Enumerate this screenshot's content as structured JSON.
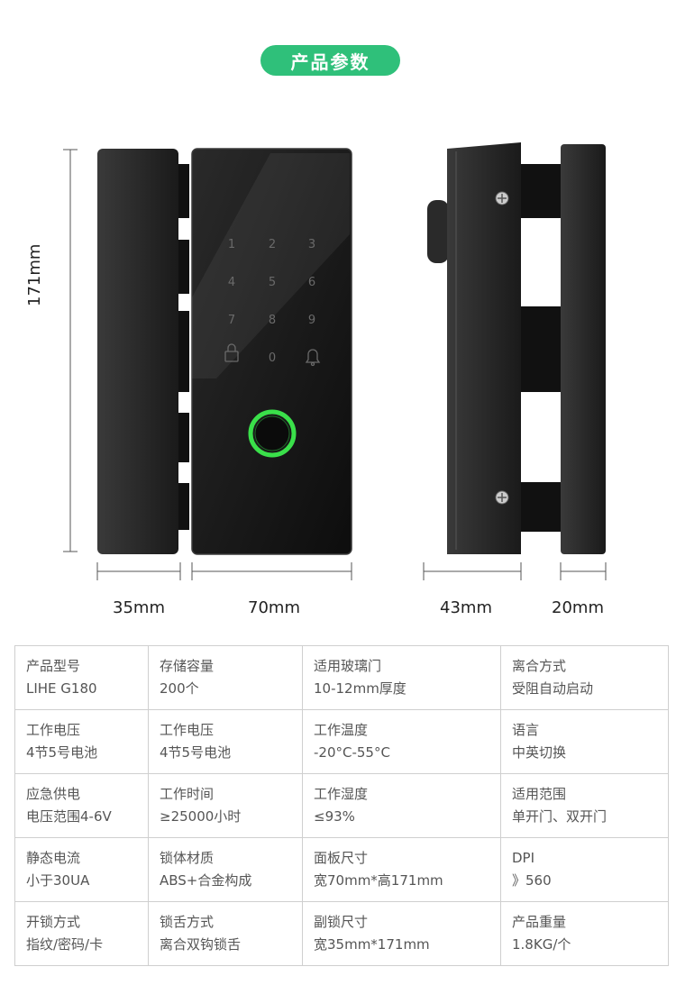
{
  "header": {
    "title": "产品参数"
  },
  "dimensions": {
    "height": "171mm",
    "front_side": "35mm",
    "front_width": "70mm",
    "side_depth": "43mm",
    "side_secondary": "20mm"
  },
  "keypad": {
    "keys": [
      "1",
      "2",
      "3",
      "4",
      "5",
      "6",
      "7",
      "8",
      "9",
      "0"
    ]
  },
  "colors": {
    "accent": "#2fc07a",
    "ring": "#3ae04a",
    "body": "#1b1b1b"
  },
  "specs": [
    [
      {
        "label": "产品型号",
        "value": "LIHE G180"
      },
      {
        "label": "存储容量",
        "value": "200个"
      },
      {
        "label": "适用玻璃门",
        "value": "10-12mm厚度"
      },
      {
        "label": "离合方式",
        "value": "受阻自动启动"
      }
    ],
    [
      {
        "label": "工作电压",
        "value": "4节5号电池"
      },
      {
        "label": "工作电压",
        "value": "4节5号电池"
      },
      {
        "label": "工作温度",
        "value": "-20°C-55°C"
      },
      {
        "label": "语言",
        "value": "中英切换"
      }
    ],
    [
      {
        "label": "应急供电",
        "value": "电压范围4-6V"
      },
      {
        "label": "工作时间",
        "value": "≥25000小时"
      },
      {
        "label": "工作湿度",
        "value": "≤93%"
      },
      {
        "label": "适用范围",
        "value": "单开门、双开门"
      }
    ],
    [
      {
        "label": "静态电流",
        "value": "小于30UA"
      },
      {
        "label": "锁体材质",
        "value": "ABS+合金构成"
      },
      {
        "label": "面板尺寸",
        "value": "宽70mm*高171mm"
      },
      {
        "label": "DPI",
        "value": "》560"
      }
    ],
    [
      {
        "label": "开锁方式",
        "value": "指纹/密码/卡"
      },
      {
        "label": "锁舌方式",
        "value": "离合双钩锁舌"
      },
      {
        "label": "副锁尺寸",
        "value": "宽35mm*171mm"
      },
      {
        "label": "产品重量",
        "value": "1.8KG/个"
      }
    ]
  ]
}
